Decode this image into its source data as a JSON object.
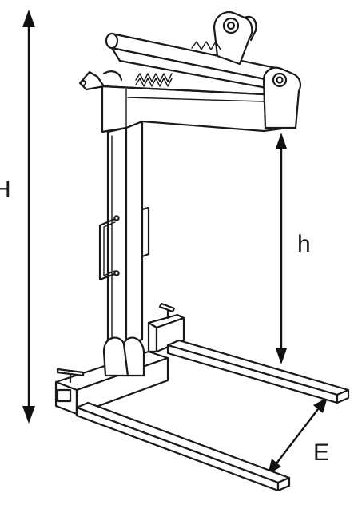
{
  "labels": {
    "overall_height": "H",
    "lift_height": "h",
    "fork_spread": "E"
  }
}
